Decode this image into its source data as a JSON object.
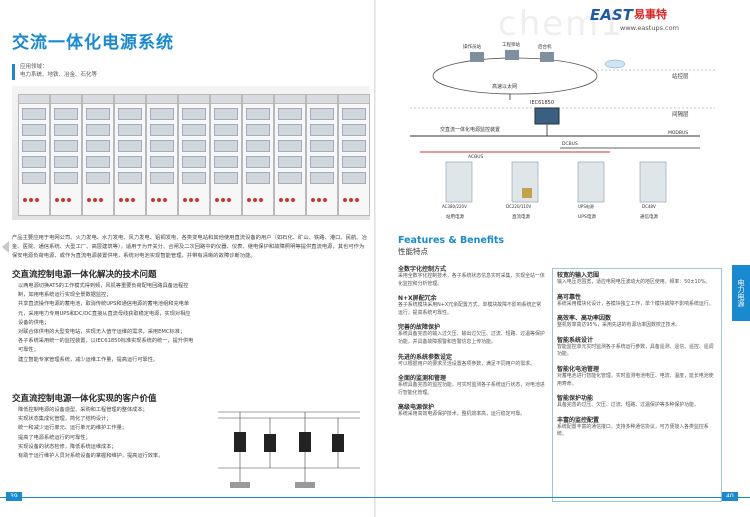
{
  "watermark": "chem1",
  "brand": {
    "en": "EAST",
    "cn": "易事特",
    "web": "www.eastups.com"
  },
  "left": {
    "title": "交流一体化电源系统",
    "app_label": "应用领域：",
    "app_text": "电力系统、地铁、冶金、石化等",
    "intro": "产品主要应用于电网公司、火力发电、水力发电、风力发电、铝铜发电、各类变电站和其他使用直流设备的用户（如石化、矿山、铁路、港口、民航、冶金、医院、通信系统、大型工厂、高层建筑等），适用于为开关分、合闸及二次回路中的仪器、仪表、继电保护和故障照明等提供直流电源，其也可作为保安电源负荷电源、或作为直流电源装置供电，系统对电池实现智能管理，并带有清晰的故障诊断功能。",
    "sec1_title": "交直流控制电源一体化解决的技术问题",
    "sec1_items": [
      "以两电源切换ATS的工作模式得到频，风机等重要负荷配电回路具备远程控制，如用电系统运行实现全景数据监控；",
      "共享直流操作电源的蓄电池，取消传统UPS和通信电源的蓄电池组和充电单元，采用电力专用UPS和DC/DC直接从直流母线获取稳定电源，实现对相应设备的供电；",
      "对联合体供电的大型变电站，实现无人值守运维的需求，采用EMC标准；",
      "各子系统采用统一的监控装置，以IEC61850标准实现系统的统一，提升供电可靠性；",
      "建立智能专家管理系统，减少运维工作量，提高运行可靠性。"
    ],
    "sec2_title": "交直流控制电源一体化实现的客户价值",
    "sec2_items": [
      "降低控制电源的设备造型、采购和工程管理的整体成本；",
      "实现状态集成化管理，简化了结构设计；",
      "统一和减少运行单元、运行单元的维护工作量；",
      "提高了电源系统运行的可靠性；",
      "实现设备的状态检修，降低系统运维成本；",
      "有助于运行维护人员对系统设备的掌握和维护，提高运行效率。"
    ],
    "page_no": "39"
  },
  "diagram": {
    "top_labels": [
      "操作员站",
      "工程师站",
      "后台机"
    ],
    "network_label": "高速以太网",
    "station_label": "站控层",
    "protocol_label": "IEC61850",
    "monitor_label": "交直流一体化电源监控装置",
    "bay_label": "间隔层",
    "bus_labels": [
      "MODBUS",
      "ACBUS",
      "DCBUS"
    ],
    "device_labels": [
      "AC380/220V",
      "DC220/110V",
      "UPS电源",
      "DC48V"
    ],
    "device_names": [
      "站用电源",
      "直流电源",
      "UPS电源",
      "通信电源"
    ]
  },
  "right": {
    "features_en": "Features & Benefits",
    "features_cn": "性能特点",
    "col1": [
      {
        "h": "全数字化控制方式",
        "t": "采用全数字化控制技术，各子系统状态信息实时采集，实现全站一体化监控和分析管理。"
      },
      {
        "h": "N+X屏配冗余",
        "t": "各子系统模块采用N+X冗余配置方式，单模块故障不影响系统正常运行，提高系统可靠性。"
      },
      {
        "h": "完善的故障保护",
        "t": "系统具备完善的输入过欠压、输出过欠压、过流、短路、过温等保护功能，并具备故障报警和告警信息上传功能。"
      },
      {
        "h": "先进的系统参数设定",
        "t": "可以根据用户的要求灵活设置各项参数，满足不同用户的需求。"
      },
      {
        "h": "全面的监测和管理",
        "t": "系统具备完善的监控功能，可实时监测各子系统运行状态，对电池进行智能化管理。"
      },
      {
        "h": "高级电源保护",
        "t": "系统采用高效电源保护技术，整机效率高，运行稳定可靠。"
      }
    ],
    "col2": [
      {
        "h": "较宽的输入范围",
        "t": "输入电压范围宽，适应电网电压波动大的地区使用，频率：50±10%。"
      },
      {
        "h": "高可靠性",
        "t": "系统采用模块化设计，各模块独立工作，单个模块故障不影响系统运行。"
      },
      {
        "h": "高效率、高功率因数",
        "t": "整机效率高达95%，采用先进的有源功率因数校正技术。"
      },
      {
        "h": "智能系统设计",
        "t": "智能监控单元实时监测各子系统运行参数，具备遥测、遥信、遥控、遥调功能。"
      },
      {
        "h": "智能化电池管理",
        "t": "对蓄电池进行智能化管理，实时监测电池电压、电流、温度，延长电池使用寿命。"
      },
      {
        "h": "智能保护功能",
        "t": "具备完善的过压、欠压、过流、短路、过温保护等多种保护功能。"
      },
      {
        "h": "丰富的监控配置",
        "t": "系统配置丰富的通信接口，支持多种通信协议，可方便接入各类监控系统。"
      }
    ],
    "side_tab": "电力电源",
    "page_no": "40"
  }
}
